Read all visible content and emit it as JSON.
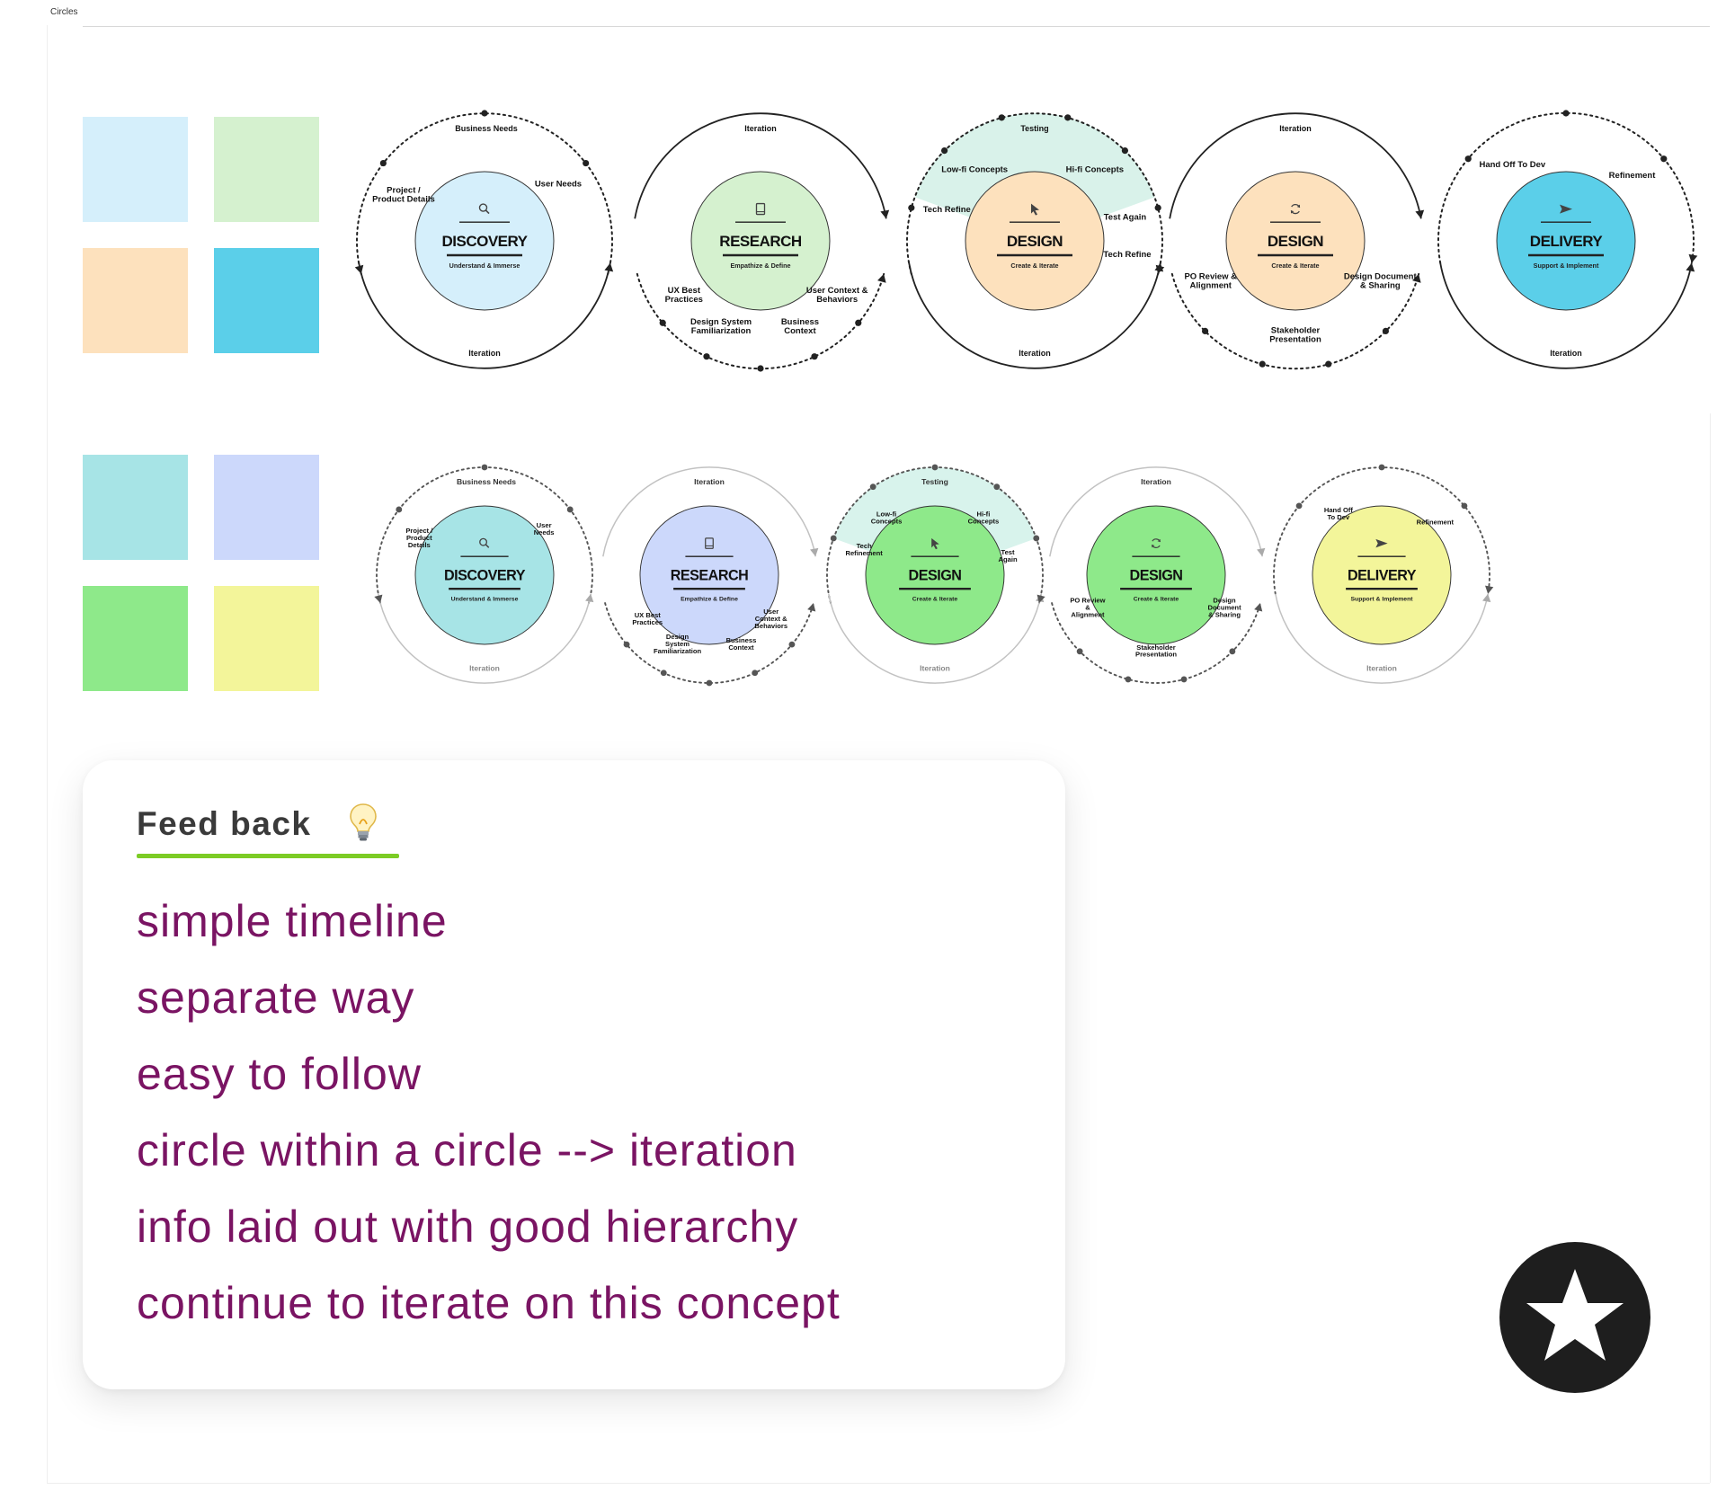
{
  "frame": {
    "label": "Circles"
  },
  "swatches": {
    "row1": [
      "#d5effb",
      "#d5f1cf",
      "#fde1bd",
      "#5bcfe9"
    ],
    "row2": [
      "#a7e4e6",
      "#ccd8fb",
      "#8ee98a",
      "#f3f59a"
    ]
  },
  "row1": [
    {
      "title": "DISCOVERY",
      "subtitle": "Understand & Immerse",
      "icon": "search-icon",
      "fill": "#d5effb",
      "top_label": "Business Needs",
      "bottom_label": "Iteration",
      "labels": [
        "Project / Product Details",
        "User Needs"
      ]
    },
    {
      "title": "RESEARCH",
      "subtitle": "Empathize & Define",
      "icon": "book-icon",
      "fill": "#d5f1cf",
      "top_label": "Iteration",
      "bottom_label": "",
      "labels": [
        "UX Best Practices",
        "User Context & Behaviors",
        "Design System Familiarization",
        "Business Context"
      ]
    },
    {
      "title": "DESIGN",
      "subtitle": "Create & Iterate",
      "icon": "cursor-icon",
      "fill": "#fde1bd",
      "top_label": "Testing",
      "bottom_label": "Iteration",
      "labels": [
        "Low-fi Concepts",
        "Hi-fi Concepts",
        "Tech Refine",
        "Test Again",
        "Tech Refine"
      ]
    },
    {
      "title": "DESIGN",
      "subtitle": "Create & Iterate",
      "icon": "refresh-icon",
      "fill": "#fde1bd",
      "top_label": "Iteration",
      "bottom_label": "",
      "labels": [
        "PO Review & Alignment",
        "Design Document & Sharing",
        "Stakeholder Presentation"
      ]
    },
    {
      "title": "DELIVERY",
      "subtitle": "Support & Implement",
      "icon": "send-icon",
      "fill": "#5bcfe9",
      "top_label": "",
      "bottom_label": "Iteration",
      "labels": [
        "Hand Off To Dev",
        "Refinement"
      ]
    }
  ],
  "row2": [
    {
      "title": "DISCOVERY",
      "subtitle": "Understand & Immerse",
      "icon": "search-icon",
      "fill": "#a7e4e6",
      "top_label": "Business Needs",
      "bottom_label": "Iteration",
      "labels": [
        "Project / Product Details",
        "User Needs"
      ]
    },
    {
      "title": "RESEARCH",
      "subtitle": "Empathize & Define",
      "icon": "book-icon",
      "fill": "#ccd8fb",
      "top_label": "Iteration",
      "bottom_label": "",
      "labels": [
        "UX Best Practices",
        "User Context & Behaviors",
        "Design System Familiarization",
        "Business Context"
      ]
    },
    {
      "title": "DESIGN",
      "subtitle": "Create & Iterate",
      "icon": "cursor-icon",
      "fill": "#8ee98a",
      "top_label": "Testing",
      "bottom_label": "Iteration",
      "labels": [
        "Low-fi Concepts",
        "Hi-fi Concepts",
        "Tech Refinement",
        "Test Again"
      ]
    },
    {
      "title": "DESIGN",
      "subtitle": "Create & Iterate",
      "icon": "refresh-icon",
      "fill": "#8ee98a",
      "top_label": "Iteration",
      "bottom_label": "",
      "labels": [
        "PO Review & Alignment",
        "Design Document & Sharing",
        "Stakeholder Presentation"
      ]
    },
    {
      "title": "DELIVERY",
      "subtitle": "Support & Implement",
      "icon": "send-icon",
      "fill": "#f3f59a",
      "top_label": "",
      "bottom_label": "Iteration",
      "labels": [
        "Hand Off To Dev",
        "Refinement"
      ]
    }
  ],
  "feedback": {
    "title": "Feed back",
    "icon": "lightbulb-icon",
    "accent": "#7ccc25",
    "text_color": "#7a1463",
    "items": [
      "simple timeline",
      "separate way",
      "easy to follow",
      "circle within a circle --> iteration",
      "info laid out with good hierarchy",
      "continue to iterate on this concept"
    ]
  },
  "badge": {
    "icon": "star-icon"
  }
}
